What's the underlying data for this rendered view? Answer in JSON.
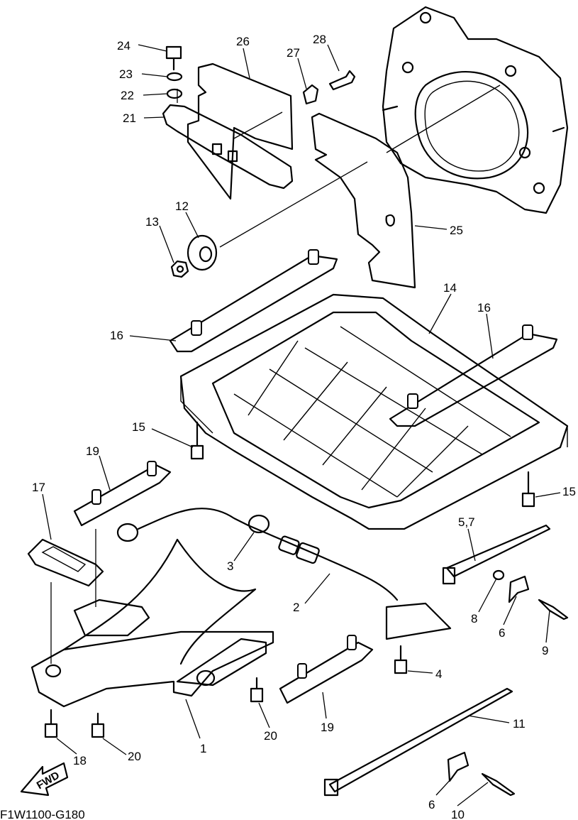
{
  "diagram": {
    "drawing_code": "F1W1100-G180",
    "direction_label": "FWD",
    "callouts": {
      "c1": "1",
      "c2": "2",
      "c3": "3",
      "c4": "4",
      "c57": "5,7",
      "c6a": "6",
      "c6b": "6",
      "c8": "8",
      "c9": "9",
      "c10": "10",
      "c11": "11",
      "c12": "12",
      "c13": "13",
      "c14": "14",
      "c15a": "15",
      "c15b": "15",
      "c16a": "16",
      "c16b": "16",
      "c17": "17",
      "c18": "18",
      "c19a": "19",
      "c19b": "19",
      "c20a": "20",
      "c20b": "20",
      "c21": "21",
      "c22": "22",
      "c23": "23",
      "c24": "24",
      "c25": "25",
      "c26": "26",
      "c27": "27",
      "c28": "28"
    }
  }
}
